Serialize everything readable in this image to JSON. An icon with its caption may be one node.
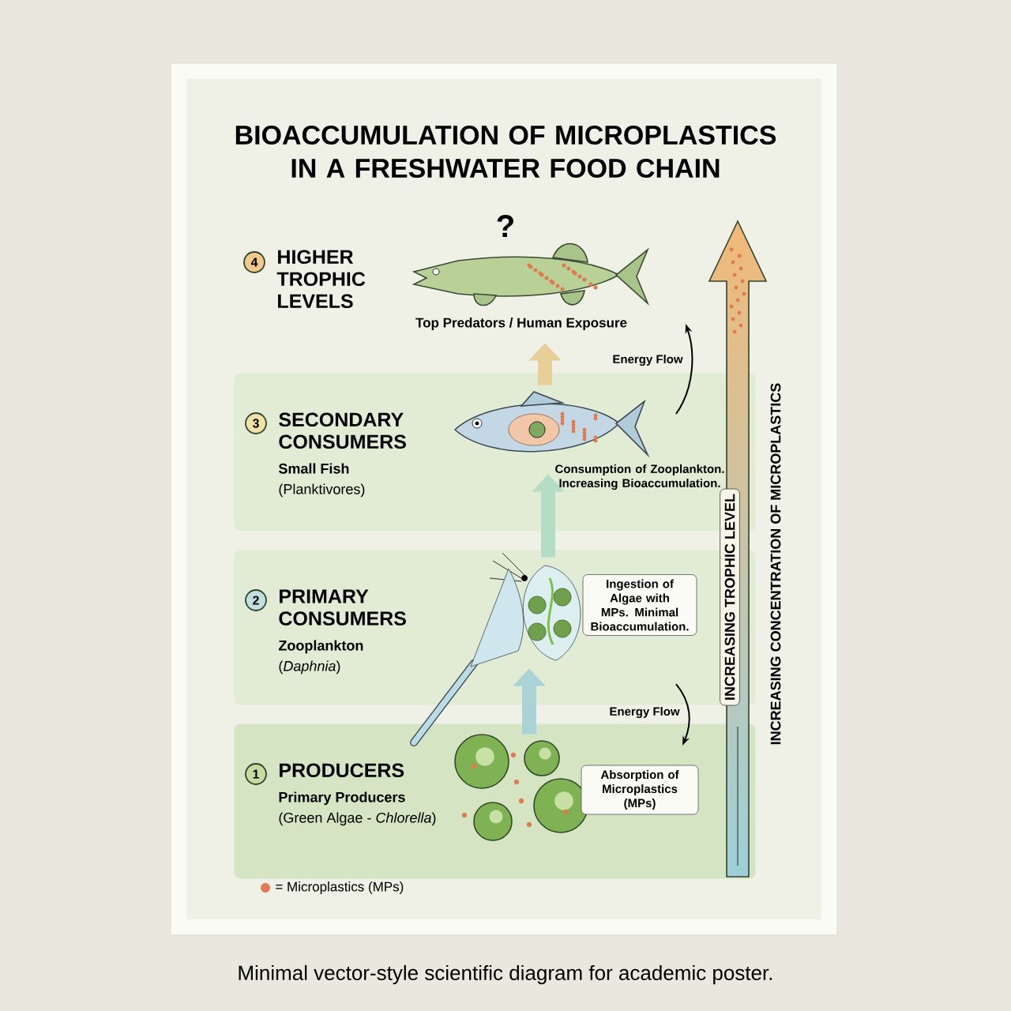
{
  "diagram": {
    "title": "BIOACCUMULATION OF MICROPLASTICS IN A FRESHWATER FOOD CHAIN",
    "caption": "Minimal vector-style scientific diagram for academic poster.",
    "nodes": [
      {
        "text": [
          "4"
        ]
      },
      {
        "text": [],
        "shape": "picture",
        "beside": [
          "?",
          "Top Predators / Human Exposure"
        ]
      },
      {
        "text": [
          "SECONDARY CONSUMERS",
          "Small Fish",
          "(Planktivores)"
        ]
      },
      {
        "text": [
          "3"
        ],
        "in": 2
      },
      {
        "text": [],
        "shape": "picture",
        "in": 2
      },
      {
        "text": [
          "PRIMARY CONSUMERS",
          "Zooplankton",
          "(*Daphnia*)"
        ]
      },
      {
        "text": [
          "2"
        ],
        "in": 5
      },
      {
        "text": [],
        "shape": "picture",
        "in": 5
      },
      {
        "text": [
          "Ingestion of Algae with MPs. Minimal Bioaccumulation."
        ],
        "in": 5
      },
      {
        "text": [
          "PRODUCERS",
          "Primary Producers",
          "(Green Algae - *Chlorella*)"
        ]
      },
      {
        "text": [
          "1"
        ],
        "in": 9
      },
      {
        "text": [],
        "shape": "picture",
        "in": 9
      },
      {
        "text": [
          "Absorption of Microplastics (MPs)"
        ],
        "in": 9
      },
      {
        "text": [
          "INCREASING TROPHIC LEVEL"
        ]
      }
    ],
    "edges": [
      {
        "from": 11,
        "to": 7,
        "arrow": "to",
        "color": "#a9d3d6"
      },
      {
        "from": 7,
        "to": 4,
        "arrow": "to",
        "color": "#b5dcc4"
      },
      {
        "from": 4,
        "to": 1,
        "arrow": "to",
        "color": "#e8cf97"
      }
    ],
    "labels": [
      "HIGHER TROPHIC LEVELS",
      "Energy Flow",
      "Consumption of Zooplankton. Increasing Bioaccumulation.",
      "Energy Flow",
      "INCREASING CONCENTRATION OF MICROPLASTICS"
    ],
    "legend": [
      {
        "text": "= Microplastics (MPs)",
        "color": "#e07a50"
      }
    ]
  }
}
